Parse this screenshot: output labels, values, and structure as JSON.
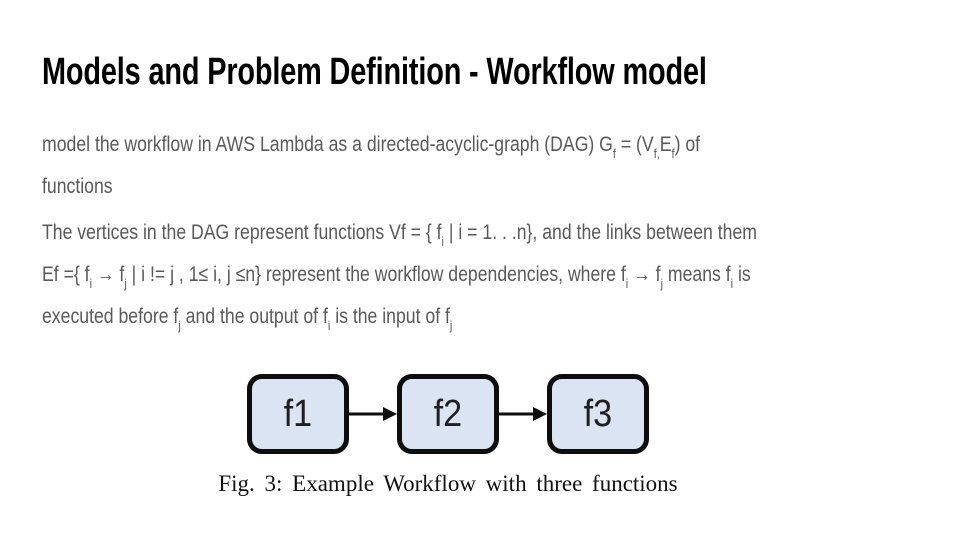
{
  "slide": {
    "title": "Models and Problem Definition - Workflow model",
    "paragraphs": [
      {
        "name": "intro",
        "lines": [
          [
            {
              "t": "model the workflow in AWS Lambda as a directed-acyclic-graph (DAG) G"
            },
            {
              "t": "f",
              "sub": true
            },
            {
              "t": " = (V"
            },
            {
              "t": "f,",
              "sub": true
            },
            {
              "t": "E"
            },
            {
              "t": "f",
              "sub": true
            },
            {
              "t": ") of"
            }
          ],
          [
            {
              "t": "functions"
            }
          ]
        ]
      },
      {
        "name": "definition",
        "lines": [
          [
            {
              "t": "The vertices in the DAG represent functions Vf = { f"
            },
            {
              "t": "i",
              "sub": true
            },
            {
              "t": " | i = 1. . .n}, and the links between them"
            }
          ],
          [
            {
              "t": "Ef ={ f"
            },
            {
              "t": "i",
              "sub": true
            },
            {
              "t": " → f"
            },
            {
              "t": "j",
              "sub": true
            },
            {
              "t": " | i != j , 1≤ i, j ≤n} represent the workflow dependencies, where f"
            },
            {
              "t": "i",
              "sub": true
            },
            {
              "t": " → f"
            },
            {
              "t": "j",
              "sub": true
            },
            {
              "t": " means f"
            },
            {
              "t": "i",
              "sub": true
            },
            {
              "t": " is"
            }
          ],
          [
            {
              "t": "executed before f"
            },
            {
              "t": "j",
              "sub": true
            },
            {
              "t": " and the output of f"
            },
            {
              "t": "i",
              "sub": true
            },
            {
              "t": " is the input of f"
            },
            {
              "t": "j",
              "sub": true
            }
          ]
        ]
      }
    ]
  },
  "figure": {
    "nodes": [
      "f1",
      "f2",
      "f3"
    ],
    "caption": "Fig. 3: Example Workflow with three functions"
  },
  "colors": {
    "title": "#000000",
    "body_text": "#595959",
    "node_fill": "#dae4f2",
    "node_border": "#0d0d0d",
    "node_label": "#1f1f1f",
    "caption_text": "#111111",
    "background": "#ffffff"
  }
}
